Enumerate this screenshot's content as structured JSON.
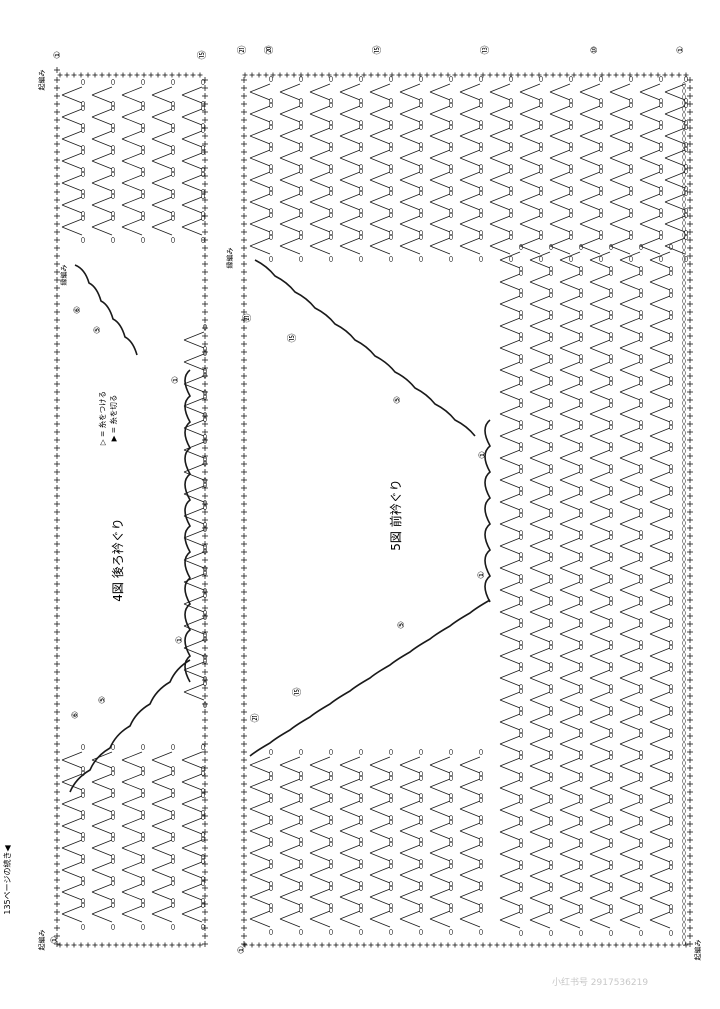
{
  "figure4": {
    "title": "4図 後ろ衿ぐり",
    "legend": {
      "attach": "▷ = 糸をつける",
      "cut": "▶ = 糸を切る"
    },
    "label_start": "起編み",
    "label_mid": "縁編み",
    "row_marks": [
      "①",
      "⑤",
      "⑥",
      "⑮"
    ]
  },
  "figure5": {
    "title": "5図 前衿ぐり",
    "label_start": "起編み",
    "label_mid": "縁編み",
    "row_marks": [
      "①",
      "⑤",
      "⑩",
      "⑬",
      "⑮",
      "⑳",
      "㉑"
    ]
  },
  "footer": {
    "page_ref": "135ページの続き◀",
    "watermark": "小红书号 2917536219"
  },
  "colors": {
    "ink": "#1a1a1a",
    "paper": "#ffffff",
    "faint": "#c8c8c8"
  }
}
